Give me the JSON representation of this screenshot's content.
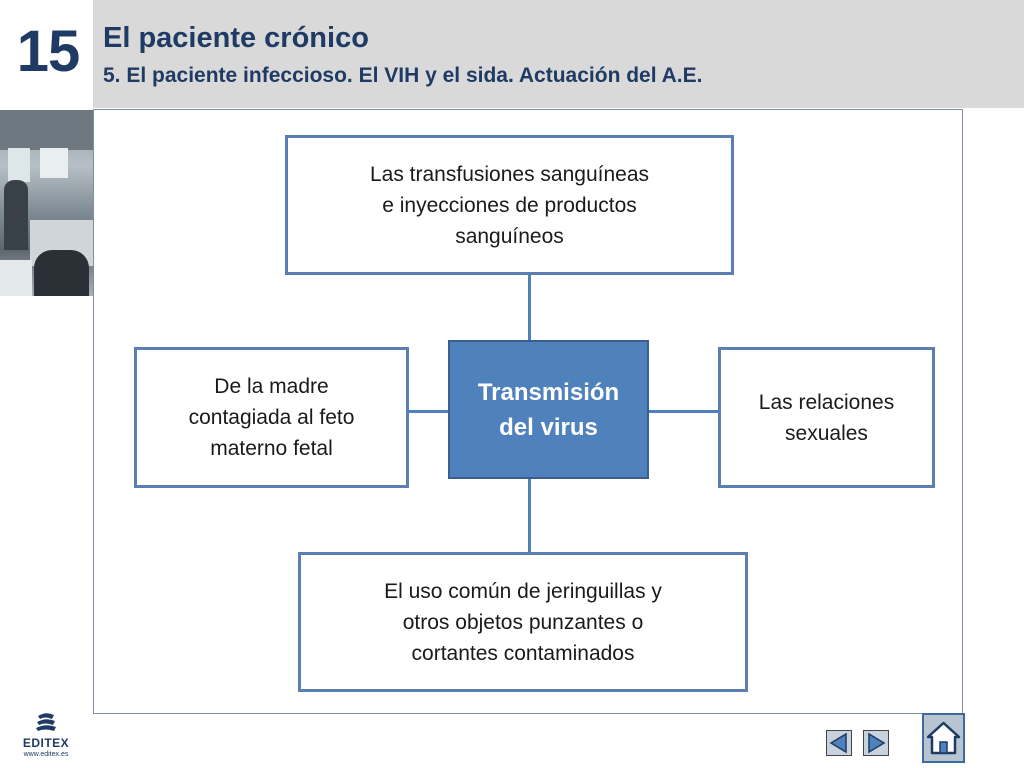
{
  "header": {
    "chapter_number": "15",
    "title": "El paciente crónico",
    "subtitle": "5. El paciente infeccioso. El VIH y el sida. Actuación del A.E."
  },
  "diagram": {
    "center": {
      "lines": [
        "Transmisión",
        "del virus"
      ]
    },
    "top": {
      "lines": [
        "Las transfusiones sanguíneas",
        "e inyecciones de productos",
        "sanguíneos"
      ]
    },
    "left": {
      "lines": [
        "De la madre",
        "contagiada al feto",
        "materno fetal"
      ]
    },
    "right": {
      "lines": [
        "Las relaciones",
        "sexuales"
      ]
    },
    "bottom": {
      "lines": [
        "El uso común de jeringuillas y",
        "otros objetos punzantes o",
        "cortantes contaminados"
      ]
    }
  },
  "footer": {
    "logo_text": "EDITEX",
    "logo_url": "www.editex.es"
  },
  "colors": {
    "title": "#1f3b63",
    "center_fill": "#4f81bd",
    "box_border": "#5b7fb2",
    "connector": "#4f81bd",
    "header_band": "#d9d9d9"
  },
  "icons": {
    "prev": "triangle-left-icon",
    "next": "triangle-right-icon",
    "home": "house-icon"
  }
}
